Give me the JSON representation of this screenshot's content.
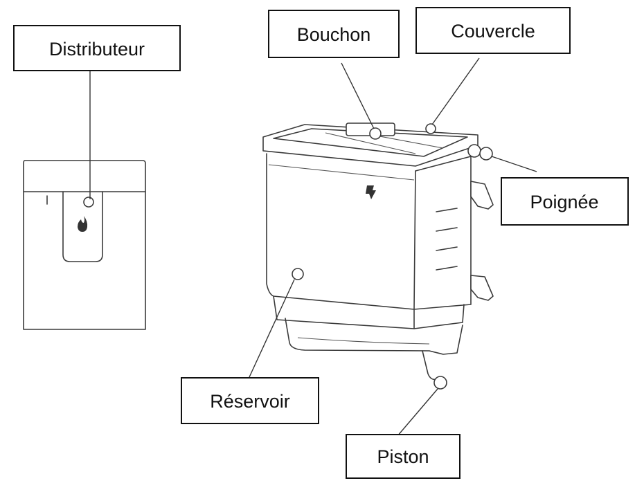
{
  "labels": {
    "distributeur": "Distributeur",
    "bouchon": "Bouchon",
    "couvercle": "Couvercle",
    "poignee": "Poignée",
    "reservoir": "Réservoir",
    "piston": "Piston"
  },
  "colors": {
    "line": "#3a3a3a",
    "box_border": "#111111",
    "background": "#ffffff"
  }
}
